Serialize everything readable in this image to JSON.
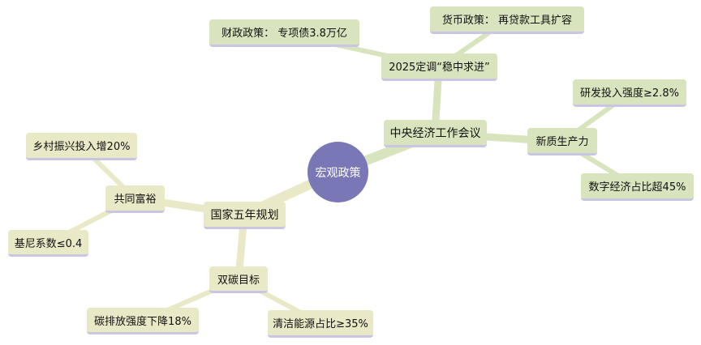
{
  "colors": {
    "center": "#7a77b6",
    "branch_right": "#d7e4bd",
    "branch_left": "#e9e8c7",
    "underline": "#c9c5e3"
  },
  "root": "宏观政策",
  "right": {
    "main": "中央经济工作会议",
    "tone": "2025定调“稳中求进”",
    "fiscal": "财政政策： 专项债3.8万亿",
    "monetary": "货币政策： 再贷款工具扩容",
    "productivity": "新质生产力",
    "rd": "研发投入强度≥2.8%",
    "digital": "数字经济占比超45%"
  },
  "left": {
    "main": "国家五年规划",
    "prosperity": "共同富裕",
    "rural": "乡村振兴投入增20%",
    "gini": "基尼系数≤0.4",
    "carbon": "双碳目标",
    "emission": "碳排放强度下降18%",
    "clean": "清洁能源占比≥35%"
  }
}
